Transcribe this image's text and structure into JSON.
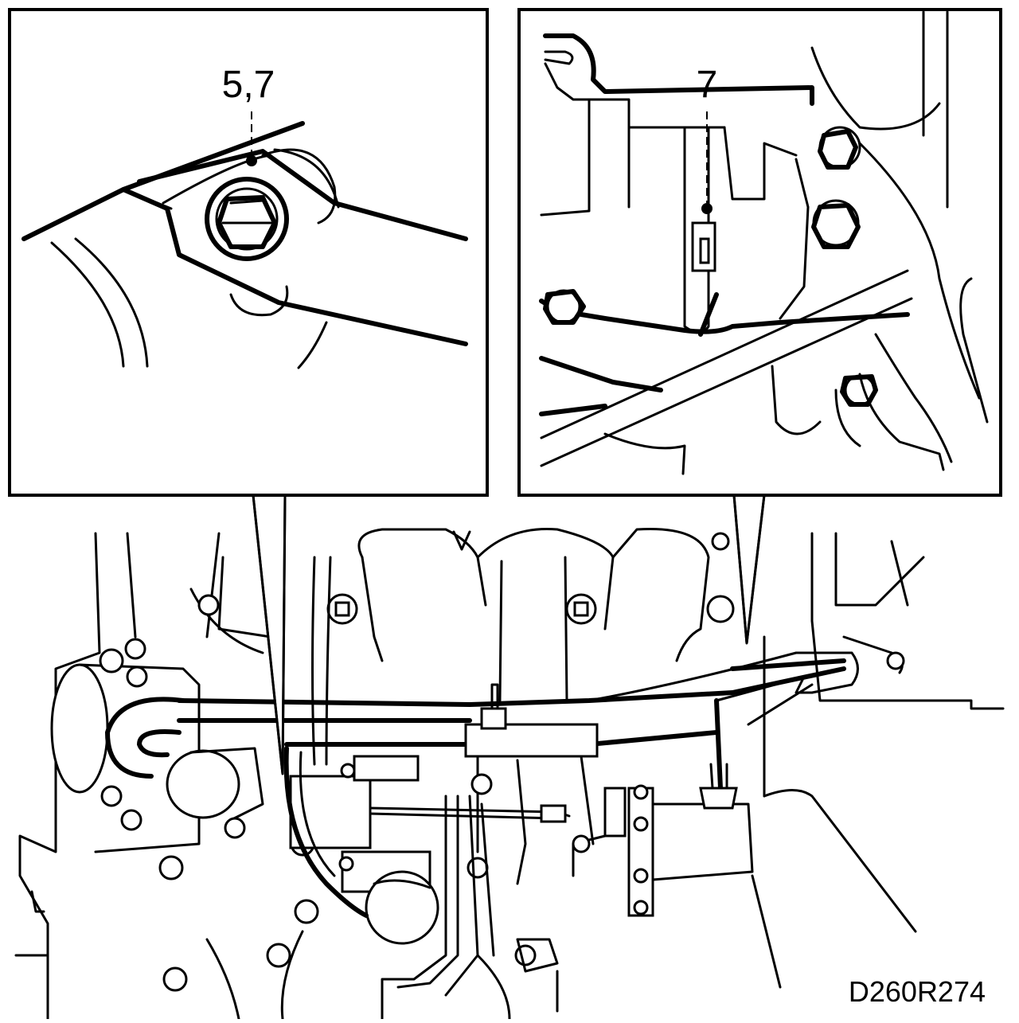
{
  "callouts": {
    "left_detail": "5,7",
    "right_detail": "7"
  },
  "figure_code": "D260R274"
}
